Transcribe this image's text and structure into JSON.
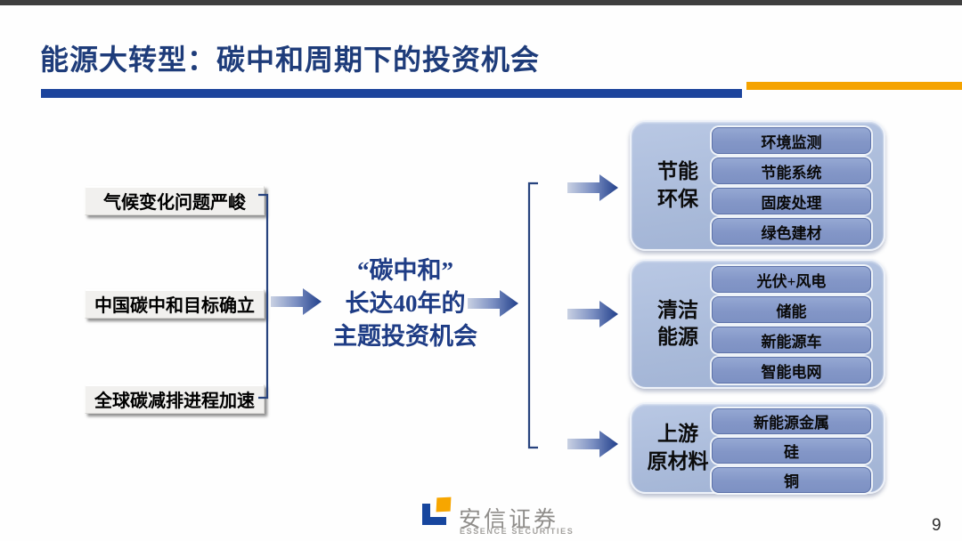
{
  "header": {
    "title": "能源大转型：碳中和周期下的投资机会",
    "title_color": "#1e3c7a",
    "underline_blue": "#1c449c",
    "underline_orange": "#f5a300"
  },
  "causes": [
    {
      "label": "气候变化问题严峻"
    },
    {
      "label": "中国碳中和目标确立"
    },
    {
      "label": "全球碳减排进程加速"
    }
  ],
  "center_message": {
    "line1": "“碳中和”",
    "line2": "长达40年的",
    "line3": "主题投资机会",
    "color": "#1e3c85"
  },
  "sectors": [
    {
      "category_line1": "节能",
      "category_line2": "环保",
      "items": [
        "环境监测",
        "节能系统",
        "固废处理",
        "绿色建材"
      ]
    },
    {
      "category_line1": "清洁",
      "category_line2": "能源",
      "items": [
        "光伏+风电",
        "储能",
        "新能源车",
        "智能电网"
      ]
    },
    {
      "category_line1": "上游",
      "category_line2": "原材料",
      "items": [
        "新能源金属",
        "硅",
        "铜"
      ]
    }
  ],
  "footer": {
    "brand_cn": "安信证券",
    "brand_en": "ESSENCE SECURITIES",
    "page_number": "9"
  },
  "palette": {
    "top_strip": "#3f3f3f",
    "cause_box_fill": "#f1f0ee",
    "panel_fill": "#aebfde",
    "item_fill": "#8698c9",
    "arrow_light": "#c6cee0",
    "arrow_dark": "#24418c",
    "bracket_line": "#27437e"
  }
}
